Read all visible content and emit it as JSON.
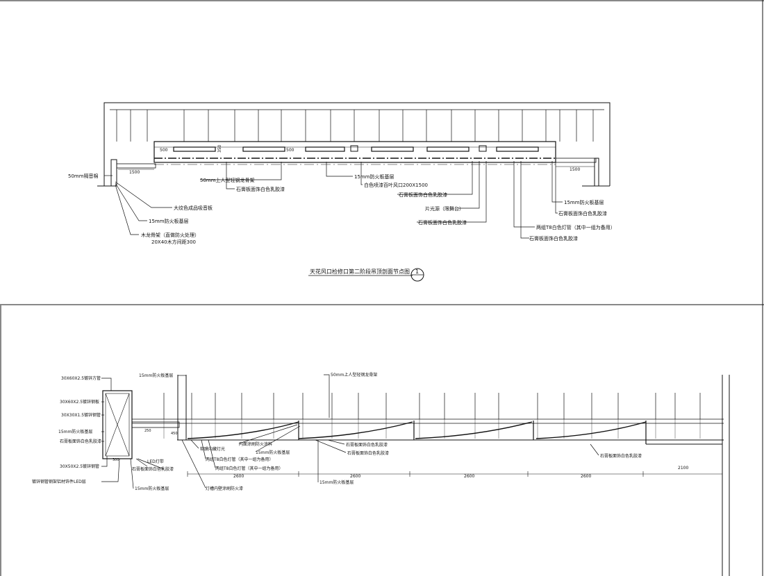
{
  "drawing_1": {
    "labels": {
      "soundproof_50": "50mm隔音棉",
      "fabric_board": "大纹色成品吸音板",
      "fireproof_15_left": "15mm防火板基层",
      "keel_line1": "木龙骨架（直做防火处理）",
      "keel_line2": "20X40木方间距300",
      "steel_keel": "50mm上人型轻钢龙骨架",
      "gypsum_left": "石膏板面饰白色乳胶漆",
      "fireproof_15_mid": "15mm防火板基层",
      "vent": "白色喷漆百叶风口200X1500",
      "gypsum_mid": "石膏板面饰白色乳胶漆",
      "light_source": "片光源（限舞台）",
      "gypsum_mid2": "石膏板面饰白色乳胶漆",
      "fireproof_15_right": "15mm防火板基层",
      "gypsum_right": "石膏板面饰白色乳胶漆",
      "t8_tubes": "两组T8白色灯管（其中一组为备用）",
      "gypsum_right2": "石膏板面饰白色乳胶漆"
    },
    "dims": {
      "d500_a": "500",
      "d500_b": "500",
      "d350": "350",
      "d1500_left": "1500",
      "d1500_right": "1500"
    },
    "title": "天花风口检修口第二阶段吊顶剖面节点图",
    "marker": "1"
  },
  "drawing_2": {
    "labels": {
      "tube_a": "30X60X2.5镀锌方管",
      "tube_b": "30X60X2.5镀锌钢板",
      "tube_c": "30X30X1.5镀锌钢管",
      "fire_a": "15mm防火板基层",
      "gypsum_a": "石膏板面饰白色乳胶漆",
      "tube_d": "30X50X2.5镀锌钢管",
      "gypsum_b": "石膏板面饰白色乳胶漆",
      "led": "镀锌钢管钢架铝材饰件LED层",
      "fire_b": "15mm防火板基层",
      "fire_top": "15mm防火板基层",
      "wall_lamp": "灯槽内壁涂刷防火漆",
      "led_strip": "LED灯带",
      "soft_light": "软膜内藏灯光",
      "t8_pair": "两组T8白色灯管（其中一组为备用）",
      "t8_pair2": "两组T8白色灯管（其中一组为备用）",
      "spray": "内面涂刷防火涂料",
      "fire_c": "15mm防火板基层",
      "fire_d": "15mm防火板基层",
      "steel_keel": "50mm上人型轻钢龙骨架",
      "gypsum_c": "石膏板面饰白色乳胶漆",
      "gypsum_d": "石膏板面饰白色乳胶漆",
      "gypsum_e": "石膏板面饰白色乳胶漆"
    },
    "dims": {
      "d2600_a": "2600",
      "d2600_b": "2600",
      "d2600_c": "2600",
      "d2100": "2100",
      "d250": "250",
      "d450": "450",
      "d300": "300"
    }
  }
}
